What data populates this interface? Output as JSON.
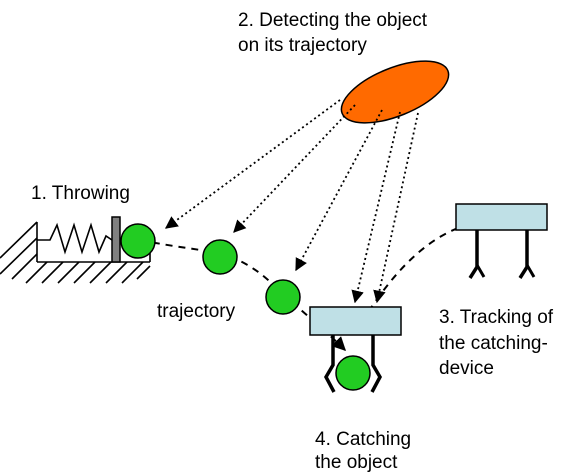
{
  "labels": {
    "step2_line1": "2.  Detecting the object",
    "step2_line2": "on its trajectory",
    "step1": "1. Throwing",
    "trajectory": "trajectory",
    "step3_line1": "3. Tracking of",
    "step3_line2": "the catching-",
    "step3_line3": "device",
    "step4_line1": "4. Catching",
    "step4_line2": "the object"
  },
  "colors": {
    "sensor_fill": "#ff6a00",
    "ball_fill": "#22cc22",
    "catcher_fill": "#bfe0e6",
    "stopper_fill": "#808080",
    "ink": "#000000"
  }
}
